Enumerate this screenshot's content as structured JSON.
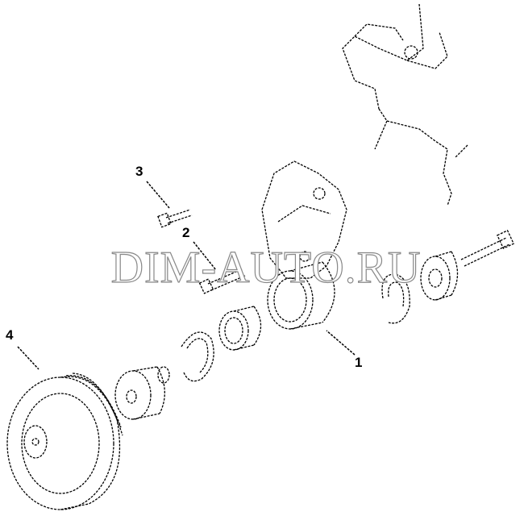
{
  "callouts": {
    "c1": "1",
    "c2": "2",
    "c3": "3",
    "c4": "4"
  },
  "watermark": "DIM-AUTO.RU"
}
